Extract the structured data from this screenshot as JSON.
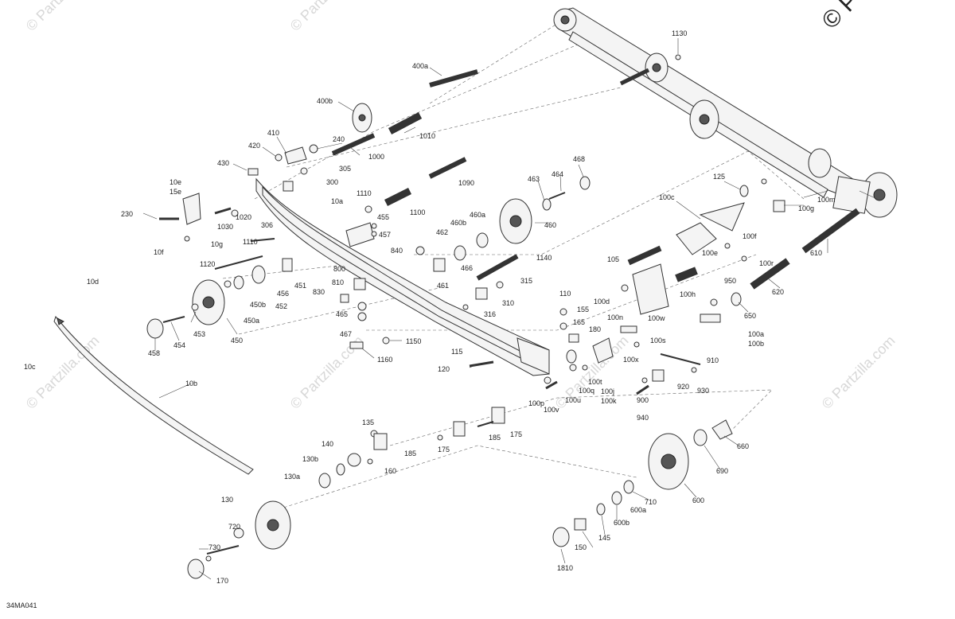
{
  "diagram": {
    "code": "34MA041",
    "watermark": "© Partzilla.com",
    "corner_watermark": "© Pa",
    "labels": [
      "400a",
      "1130",
      "400b",
      "1010",
      "410",
      "240",
      "420",
      "1000",
      "430",
      "305",
      "300",
      "10e",
      "15e",
      "1110",
      "1030",
      "1020",
      "10a",
      "230",
      "306",
      "455",
      "457",
      "1100",
      "1090",
      "10g",
      "10f",
      "1110",
      "463",
      "464",
      "468",
      "460a",
      "460b",
      "462",
      "460",
      "840",
      "466",
      "461",
      "1140",
      "125",
      "100c",
      "100g",
      "100m",
      "100f",
      "100e",
      "100r",
      "610",
      "1120",
      "451",
      "456",
      "452",
      "450b",
      "800",
      "810",
      "830",
      "465",
      "467",
      "315",
      "310",
      "316",
      "105",
      "100h",
      "950",
      "620",
      "650",
      "10d",
      "453",
      "454",
      "450a",
      "450",
      "458",
      "110",
      "155",
      "165",
      "180",
      "100d",
      "100n",
      "100w",
      "100s",
      "100a",
      "100b",
      "10c",
      "1150",
      "1160",
      "115",
      "120",
      "100x",
      "910",
      "920",
      "930",
      "100t",
      "100q",
      "100j",
      "100k",
      "900",
      "940",
      "100p",
      "100v",
      "100u",
      "10b",
      "135",
      "175",
      "185",
      "175",
      "185",
      "660",
      "140",
      "160",
      "130b",
      "690",
      "130a",
      "710",
      "600a",
      "600",
      "130",
      "600b",
      "720",
      "145",
      "730",
      "150",
      "1810",
      "170"
    ]
  }
}
